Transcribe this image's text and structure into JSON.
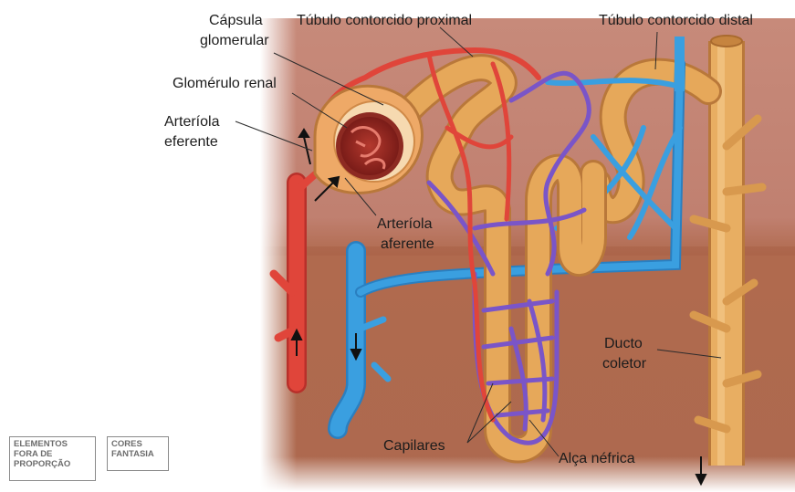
{
  "labels": {
    "capsula_line1": "Cápsula",
    "capsula_line2": "glomerular",
    "proximal": "Túbulo contorcido proximal",
    "distal": "Túbulo contorcido distal",
    "glomerulo": "Glomérulo renal",
    "arteriola_eferente_line1": "Arteríola",
    "arteriola_eferente_line2": "eferente",
    "arteriola_aferente_line1": "Arteríola",
    "arteriola_aferente_line2": "aferente",
    "ducto_line1": "Ducto",
    "ducto_line2": "coletor",
    "capilares": "Capilares",
    "alca": "Alça néfrica"
  },
  "badges": {
    "elementos_line1": "ELEMENTOS",
    "elementos_line2": "FORA DE",
    "elementos_line3": "PROPORÇÃO",
    "cores_line1": "CORES",
    "cores_line2": "FANTASIA"
  },
  "colors": {
    "artery_red": "#e0453a",
    "vein_blue": "#3a9fe0",
    "capillary_purple": "#7a55c8",
    "tubule_tan": "#e6a85a",
    "cortex_bg": "#c58372",
    "medulla_bg": "#b26a4f"
  }
}
